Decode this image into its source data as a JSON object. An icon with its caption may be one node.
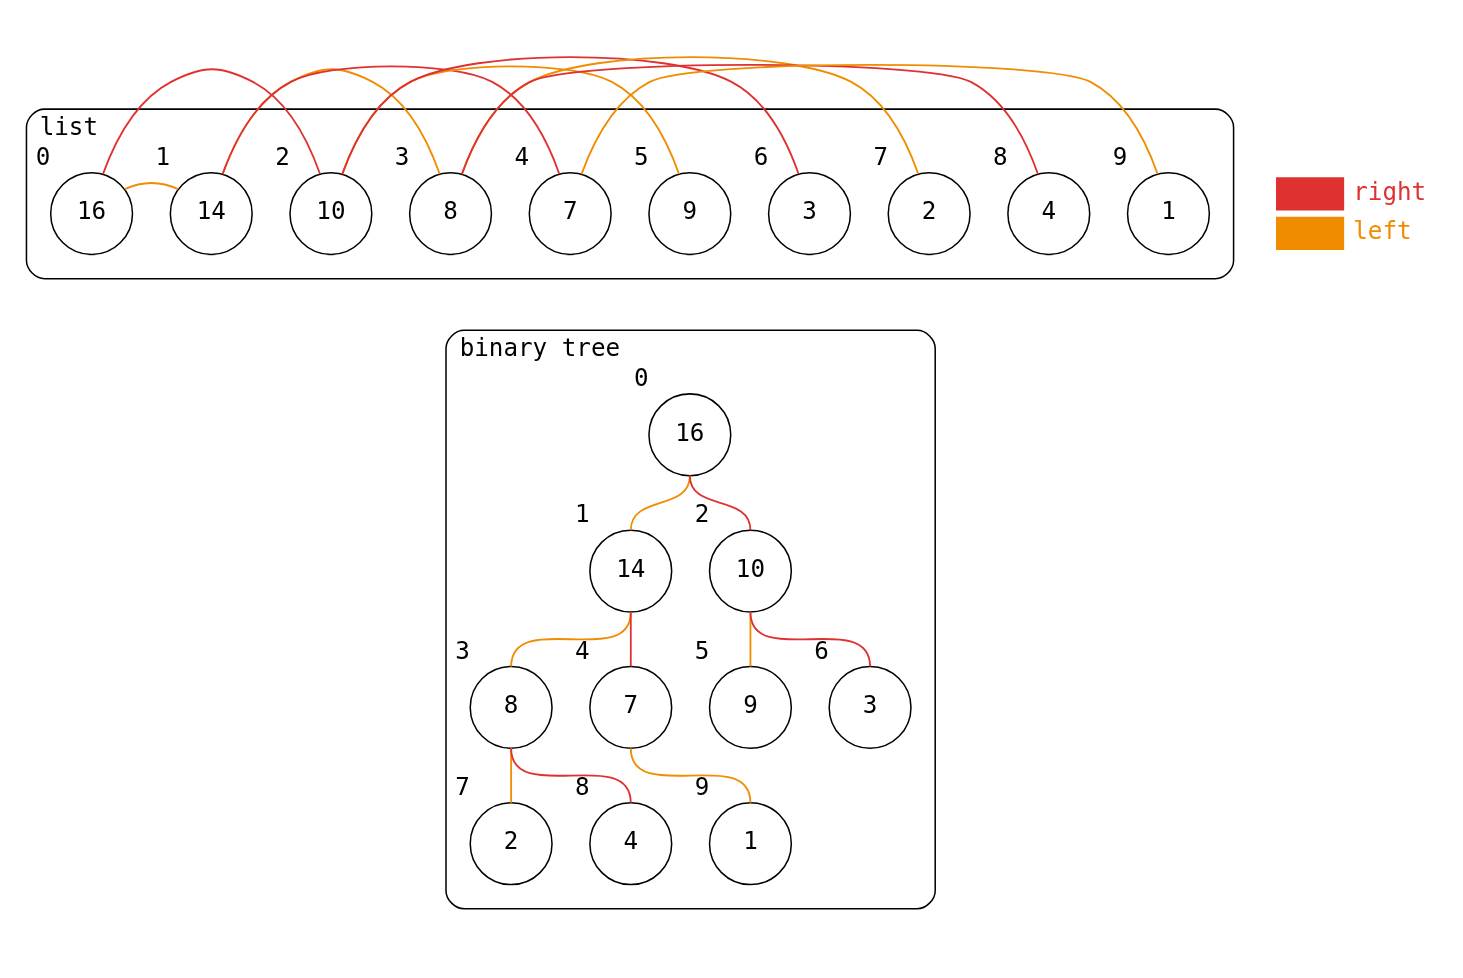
{
  "diagram": {
    "nodes": [
      {
        "text": [
          "list"
        ]
      },
      {
        "text": [
          "16"
        ],
        "in": 0,
        "beside": [
          "0"
        ]
      },
      {
        "text": [
          "14"
        ],
        "in": 0,
        "beside": [
          "1"
        ]
      },
      {
        "text": [
          "10"
        ],
        "in": 0,
        "beside": [
          "2"
        ]
      },
      {
        "text": [
          "8"
        ],
        "in": 0,
        "beside": [
          "3"
        ]
      },
      {
        "text": [
          "7"
        ],
        "in": 0,
        "beside": [
          "4"
        ]
      },
      {
        "text": [
          "9"
        ],
        "in": 0,
        "beside": [
          "5"
        ]
      },
      {
        "text": [
          "3"
        ],
        "in": 0,
        "beside": [
          "6"
        ]
      },
      {
        "text": [
          "2"
        ],
        "in": 0,
        "beside": [
          "7"
        ]
      },
      {
        "text": [
          "4"
        ],
        "in": 0,
        "beside": [
          "8"
        ]
      },
      {
        "text": [
          "1"
        ],
        "in": 0,
        "beside": [
          "9"
        ]
      },
      {
        "text": [
          "binary tree"
        ]
      },
      {
        "text": [
          "16"
        ],
        "in": 11,
        "beside": [
          "0"
        ]
      },
      {
        "text": [
          "14"
        ],
        "in": 11,
        "beside": [
          "1"
        ]
      },
      {
        "text": [
          "10"
        ],
        "in": 11,
        "beside": [
          "2"
        ]
      },
      {
        "text": [
          "8"
        ],
        "in": 11,
        "beside": [
          "3"
        ]
      },
      {
        "text": [
          "7"
        ],
        "in": 11,
        "beside": [
          "4"
        ]
      },
      {
        "text": [
          "9"
        ],
        "in": 11,
        "beside": [
          "5"
        ]
      },
      {
        "text": [
          "3"
        ],
        "in": 11,
        "beside": [
          "6"
        ]
      },
      {
        "text": [
          "2"
        ],
        "in": 11,
        "beside": [
          "7"
        ]
      },
      {
        "text": [
          "4"
        ],
        "in": 11,
        "beside": [
          "8"
        ]
      },
      {
        "text": [
          "1"
        ],
        "in": 11,
        "beside": [
          "9"
        ]
      }
    ],
    "edges": [
      {
        "from": 1,
        "to": 2,
        "arrow": "none",
        "color": "#f08c00"
      },
      {
        "from": 1,
        "to": 3,
        "arrow": "none",
        "color": "#e03131"
      },
      {
        "from": 2,
        "to": 4,
        "arrow": "none",
        "color": "#f08c00"
      },
      {
        "from": 2,
        "to": 5,
        "arrow": "none",
        "color": "#e03131"
      },
      {
        "from": 3,
        "to": 6,
        "arrow": "none",
        "color": "#f08c00"
      },
      {
        "from": 3,
        "to": 7,
        "arrow": "none",
        "color": "#e03131"
      },
      {
        "from": 4,
        "to": 8,
        "arrow": "none",
        "color": "#f08c00"
      },
      {
        "from": 4,
        "to": 9,
        "arrow": "none",
        "color": "#e03131"
      },
      {
        "from": 5,
        "to": 10,
        "arrow": "none",
        "color": "#f08c00"
      },
      {
        "from": 12,
        "to": 13,
        "arrow": "none",
        "color": "#f08c00"
      },
      {
        "from": 12,
        "to": 14,
        "arrow": "none",
        "color": "#e03131"
      },
      {
        "from": 13,
        "to": 15,
        "arrow": "none",
        "color": "#f08c00"
      },
      {
        "from": 13,
        "to": 16,
        "arrow": "none",
        "color": "#e03131"
      },
      {
        "from": 14,
        "to": 17,
        "arrow": "none",
        "color": "#f08c00"
      },
      {
        "from": 14,
        "to": 18,
        "arrow": "none",
        "color": "#e03131"
      },
      {
        "from": 15,
        "to": 19,
        "arrow": "none",
        "color": "#f08c00"
      },
      {
        "from": 15,
        "to": 20,
        "arrow": "none",
        "color": "#e03131"
      },
      {
        "from": 16,
        "to": 21,
        "arrow": "none",
        "color": "#f08c00"
      }
    ],
    "legend": [
      {
        "text": "right"
      },
      {
        "text": "left"
      }
    ]
  }
}
